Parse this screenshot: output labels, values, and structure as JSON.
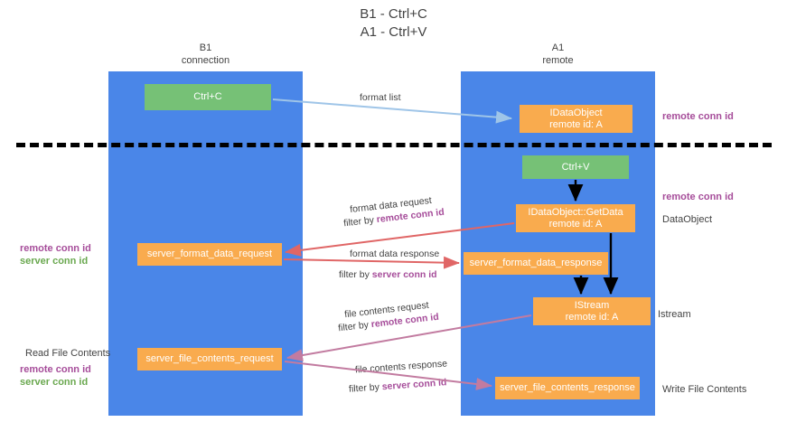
{
  "title": {
    "line1": "B1 - Ctrl+C",
    "line2": "A1 - Ctrl+V"
  },
  "lanes": [
    {
      "name": "b1",
      "line1": "B1",
      "line2": "connection",
      "color": "#4a86e8"
    },
    {
      "name": "a1",
      "line1": "A1",
      "line2": "remote",
      "color": "#4a86e8"
    }
  ],
  "colors": {
    "lane": "#4a86e8",
    "green_node": "#76c176",
    "orange_node": "#f9ab4e",
    "purple_text": "#a64d9a",
    "green_text": "#6aa84f",
    "plain_text": "#434343",
    "arrow_blue": "#9fc5e8",
    "arrow_red": "#e06666",
    "arrow_magenta": "#c27ba0",
    "arrow_black": "#000000",
    "divider": "#000000"
  },
  "nodes": {
    "ctrl_c": {
      "label": "Ctrl+C",
      "sub": ""
    },
    "idataobject": {
      "label": "IDataObject",
      "sub": "remote id: A"
    },
    "ctrl_v": {
      "label": "Ctrl+V",
      "sub": ""
    },
    "getdata": {
      "label": "IDataObject::GetData",
      "sub": "remote id: A"
    },
    "server_format_data_request": {
      "label": "server_format_data_request",
      "sub": ""
    },
    "server_format_data_response": {
      "label": "server_format_data_response",
      "sub": ""
    },
    "istream": {
      "label": "IStream",
      "sub": "remote id: A"
    },
    "server_file_contents_request": {
      "label": "server_file_contents_request",
      "sub": ""
    },
    "server_file_contents_response": {
      "label": "server_file_contents_response",
      "sub": ""
    }
  },
  "arrow_labels": {
    "format_list": "format list",
    "format_data_request": "format data request",
    "format_data_request_filter_prefix": "filter by ",
    "format_data_request_filter_value": "remote conn id",
    "format_data_response": "format data response",
    "format_data_response_filter_prefix": "filter by ",
    "format_data_response_filter_value": "server conn id",
    "file_contents_request": "file contents request",
    "file_contents_request_filter_prefix": "filter by ",
    "file_contents_request_filter_value": "remote conn id",
    "file_contents_response": "file contents response",
    "file_contents_response_filter_prefix": "filter by ",
    "file_contents_response_filter_value": "server conn id"
  },
  "right_annotations": {
    "remote_conn_id_top": "remote conn id",
    "remote_conn_id_mid": "remote conn id",
    "dataobject": "DataObject",
    "istream": "Istream",
    "write_file_contents": "Write File Contents"
  },
  "left_annotations": {
    "remote_conn_id_mid": "remote conn id",
    "server_conn_id_mid": "server conn id",
    "read_file_contents": "Read File Contents",
    "remote_conn_id_bottom": "remote conn id",
    "server_conn_id_bottom": "server conn id"
  }
}
